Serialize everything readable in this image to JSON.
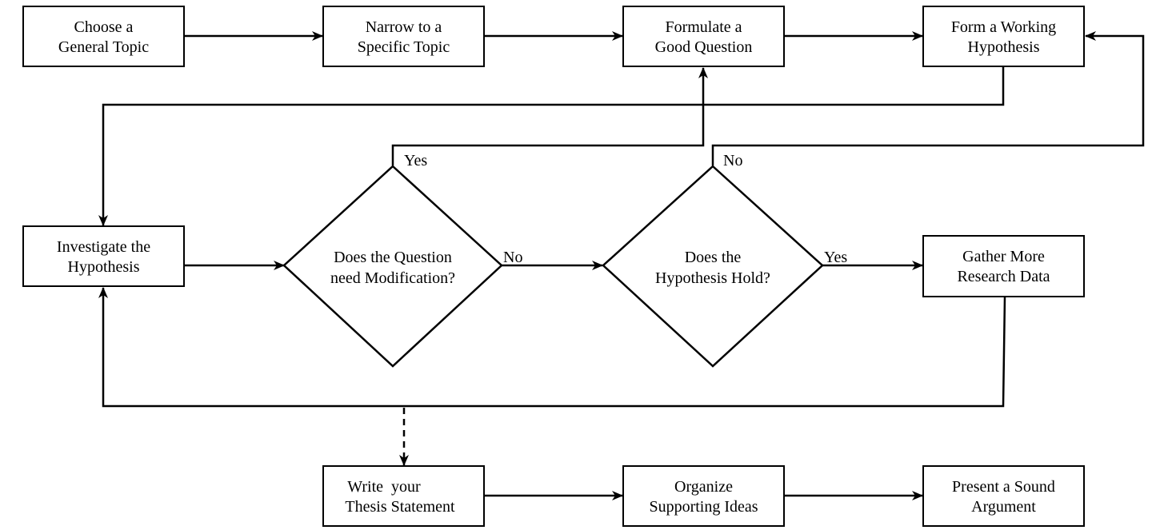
{
  "nodes": {
    "choose_topic": [
      "Choose a",
      "General Topic"
    ],
    "narrow_topic": [
      "Narrow to a",
      "Specific Topic"
    ],
    "formulate_question": [
      "Formulate a",
      "Good Question"
    ],
    "form_hypothesis": [
      "Form a Working",
      "Hypothesis"
    ],
    "investigate": [
      "Investigate the",
      "Hypothesis"
    ],
    "question_modification": [
      "Does the Question",
      "need Modification?"
    ],
    "hypothesis_hold": [
      "Does the",
      "Hypothesis Hold?"
    ],
    "gather_data": [
      "Gather More",
      "Research Data"
    ],
    "write_thesis": [
      "Write  your",
      "Thesis Statement"
    ],
    "organize_ideas": [
      "Organize",
      "Supporting Ideas"
    ],
    "present_argument": [
      "Present a Sound",
      "Argument"
    ]
  },
  "edge_labels": {
    "question_yes": "Yes",
    "question_no": "No",
    "hypothesis_no": "No",
    "hypothesis_yes": "Yes"
  }
}
